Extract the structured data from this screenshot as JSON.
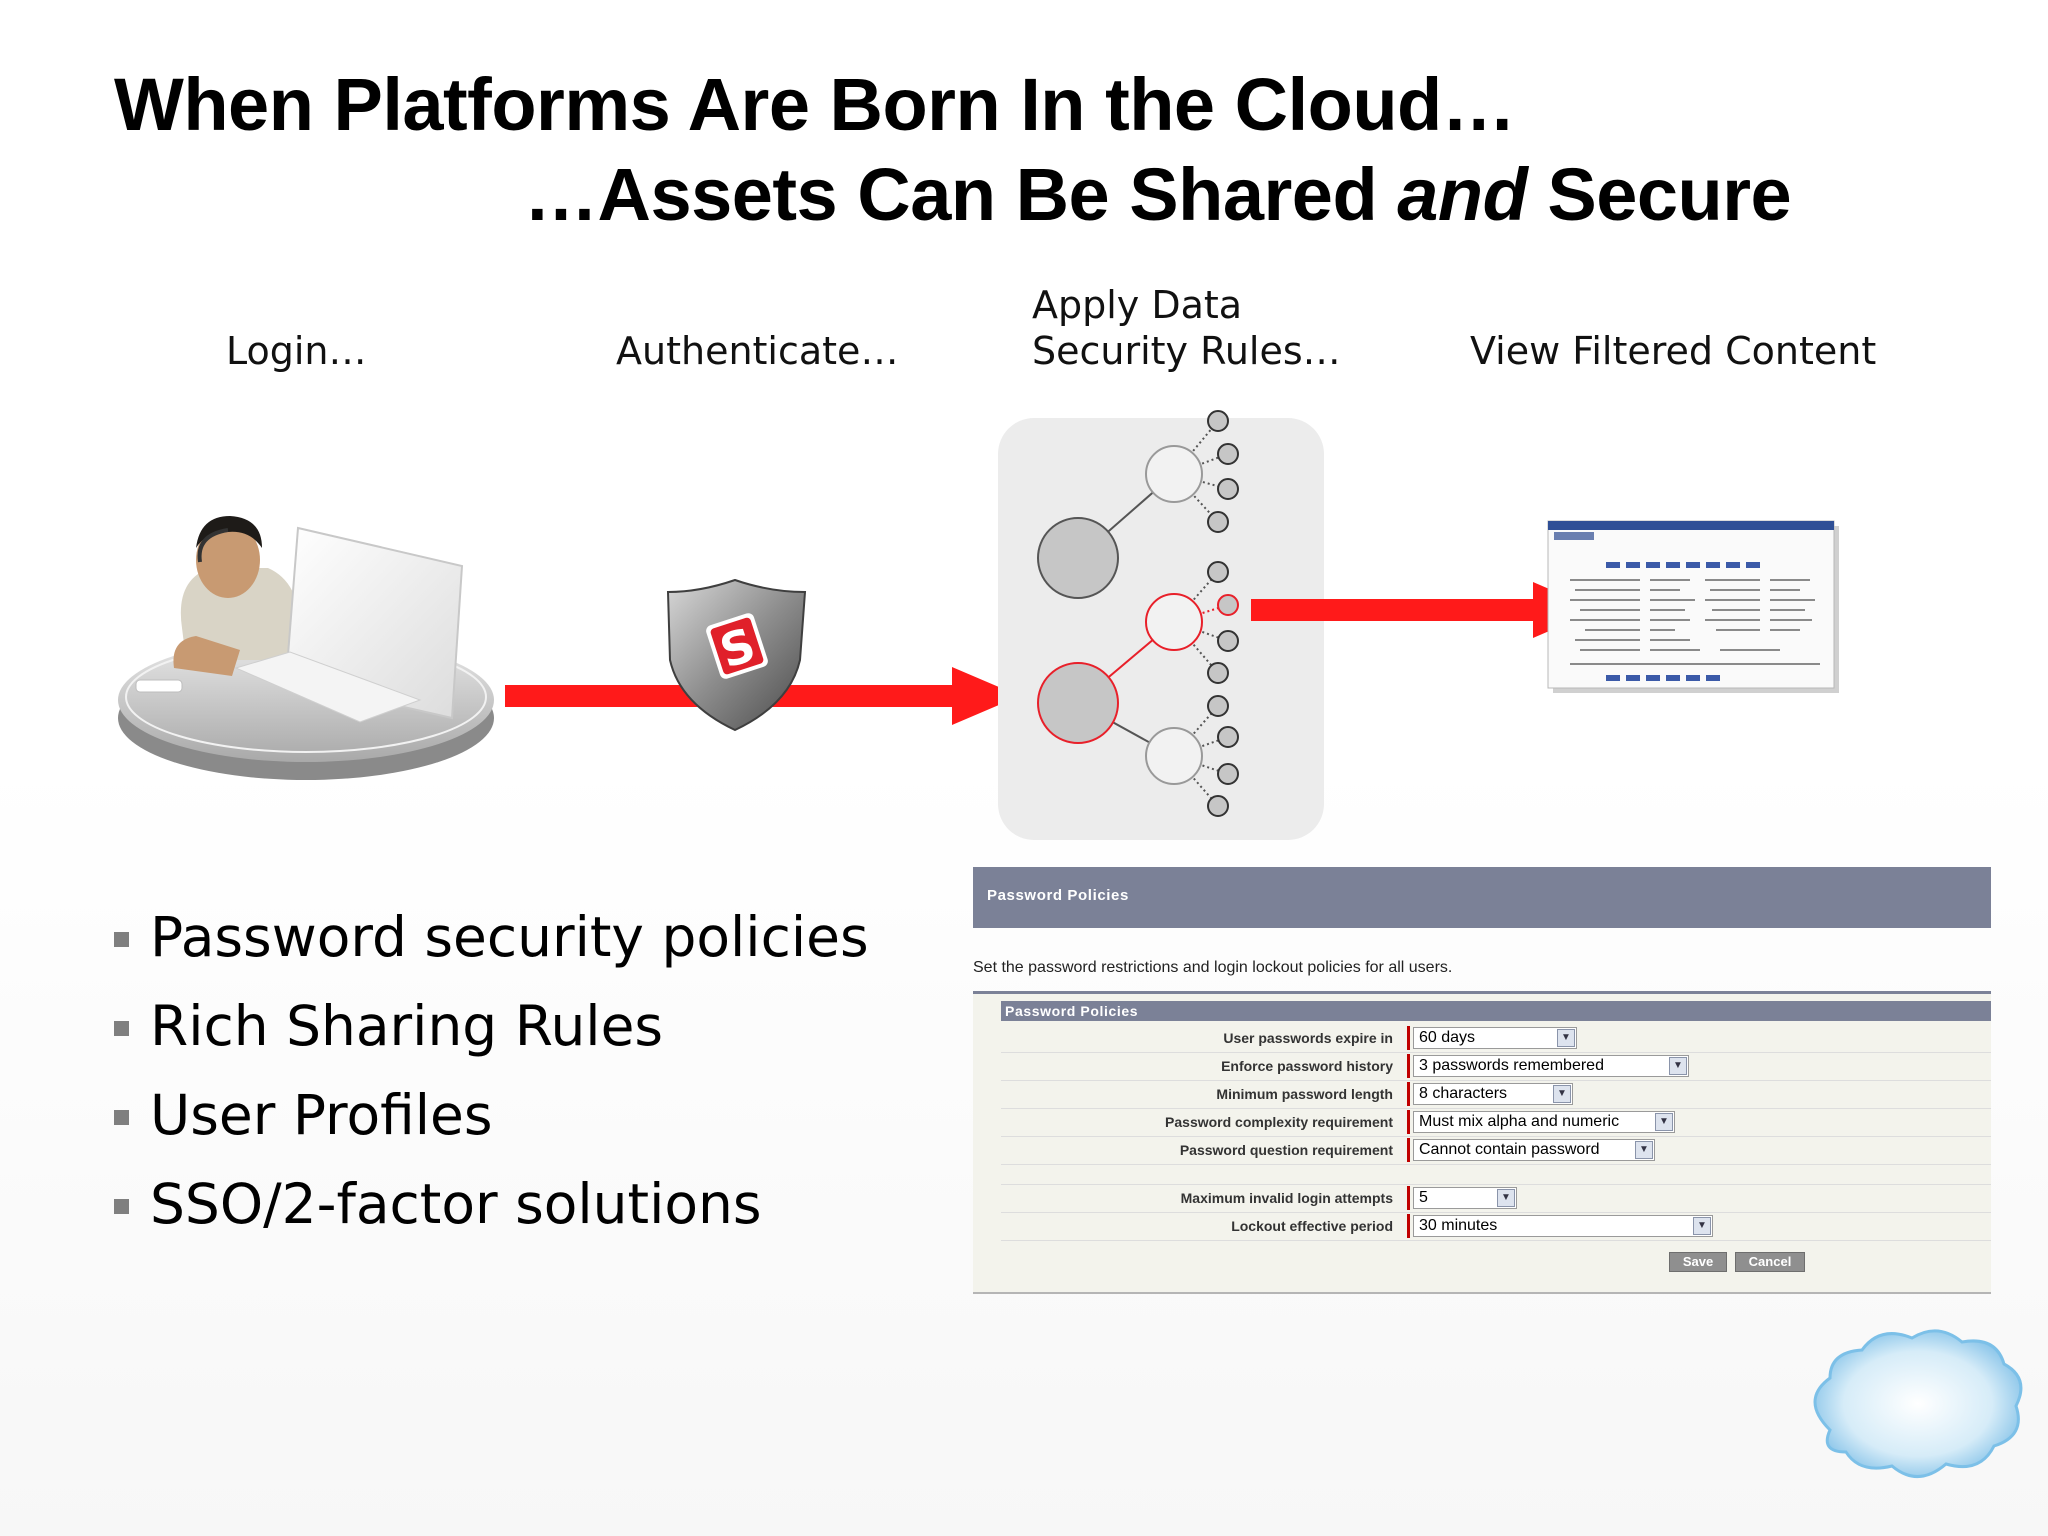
{
  "title": {
    "line1": "When Platforms Are Born In the Cloud…",
    "line2_prefix": "…Assets Can Be Shared ",
    "line2_em": "and",
    "line2_suffix": " Secure"
  },
  "steps": {
    "login": "Login…",
    "authenticate": "Authenticate…",
    "apply_line1": "Apply Data",
    "apply_line2": "Security Rules…",
    "view": "View Filtered Content"
  },
  "shield_letter": "S",
  "bullets": [
    "Password security policies",
    "Rich Sharing Rules",
    "User Profiles",
    "SSO/2-factor solutions"
  ],
  "password_panel": {
    "header": "Password Policies",
    "description": "Set the password restrictions and login lockout policies for all users.",
    "section_title": "Password Policies",
    "rows": [
      {
        "label": "User passwords expire in",
        "value": "60 days"
      },
      {
        "label": "Enforce password history",
        "value": "3 passwords remembered"
      },
      {
        "label": "Minimum password length",
        "value": "8 characters"
      },
      {
        "label": "Password complexity requirement",
        "value": "Must mix alpha and numeric"
      },
      {
        "label": "Password question requirement",
        "value": "Cannot contain password"
      },
      {
        "label": "Maximum invalid login attempts",
        "value": "5"
      },
      {
        "label": "Lockout effective period",
        "value": "30 minutes"
      }
    ],
    "save_label": "Save",
    "cancel_label": "Cancel"
  },
  "colors": {
    "arrow": "#ff1a1a",
    "panel_header": "#7b8197",
    "node_gray": "#c6c6c6",
    "highlight": "#e8202a"
  },
  "icons": [
    "user-at-laptop-illustration",
    "security-shield-icon",
    "sharing-tree-diagram",
    "filtered-content-screenshot",
    "cloud-logo"
  ]
}
